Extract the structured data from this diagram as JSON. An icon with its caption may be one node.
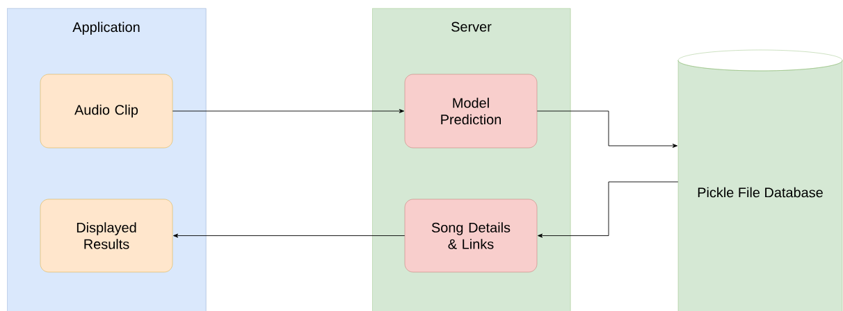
{
  "diagram": {
    "nodes": [
      {
        "text": [
          "Application"
        ]
      },
      {
        "text": [
          "Audio Clip"
        ],
        "in": 0
      },
      {
        "text": [
          "Displayed Results"
        ],
        "in": 0
      },
      {
        "text": [
          "Server"
        ]
      },
      {
        "text": [
          "Model Prediction"
        ],
        "in": 3
      },
      {
        "text": [
          "Song Details & Links"
        ],
        "in": 3
      },
      {
        "text": [
          "Pickle File Database"
        ]
      }
    ],
    "edges": [
      {
        "from": 1,
        "to": 4,
        "arrow": "to"
      },
      {
        "from": 4,
        "to": 6,
        "arrow": "to"
      },
      {
        "from": 6,
        "to": 5,
        "arrow": "to"
      },
      {
        "from": 5,
        "to": 2,
        "arrow": "to"
      }
    ]
  }
}
